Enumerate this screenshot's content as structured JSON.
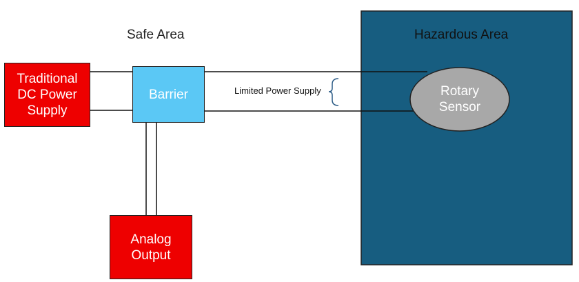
{
  "zones": {
    "safe": {
      "title": "Safe Area"
    },
    "hazardous": {
      "title": "Hazardous Area",
      "color": "#175d80"
    }
  },
  "nodes": {
    "dc_power": {
      "label": "Traditional\nDC Power\nSupply",
      "color": "#ee0000"
    },
    "barrier": {
      "label": "Barrier",
      "color": "#5bc8f5"
    },
    "analog": {
      "label": "Analog\nOutput",
      "color": "#ee0000"
    },
    "sensor": {
      "label": "Rotary\nSensor",
      "color": "#a8a8a8"
    }
  },
  "annotations": {
    "limited_supply": "Limited Power Supply"
  }
}
